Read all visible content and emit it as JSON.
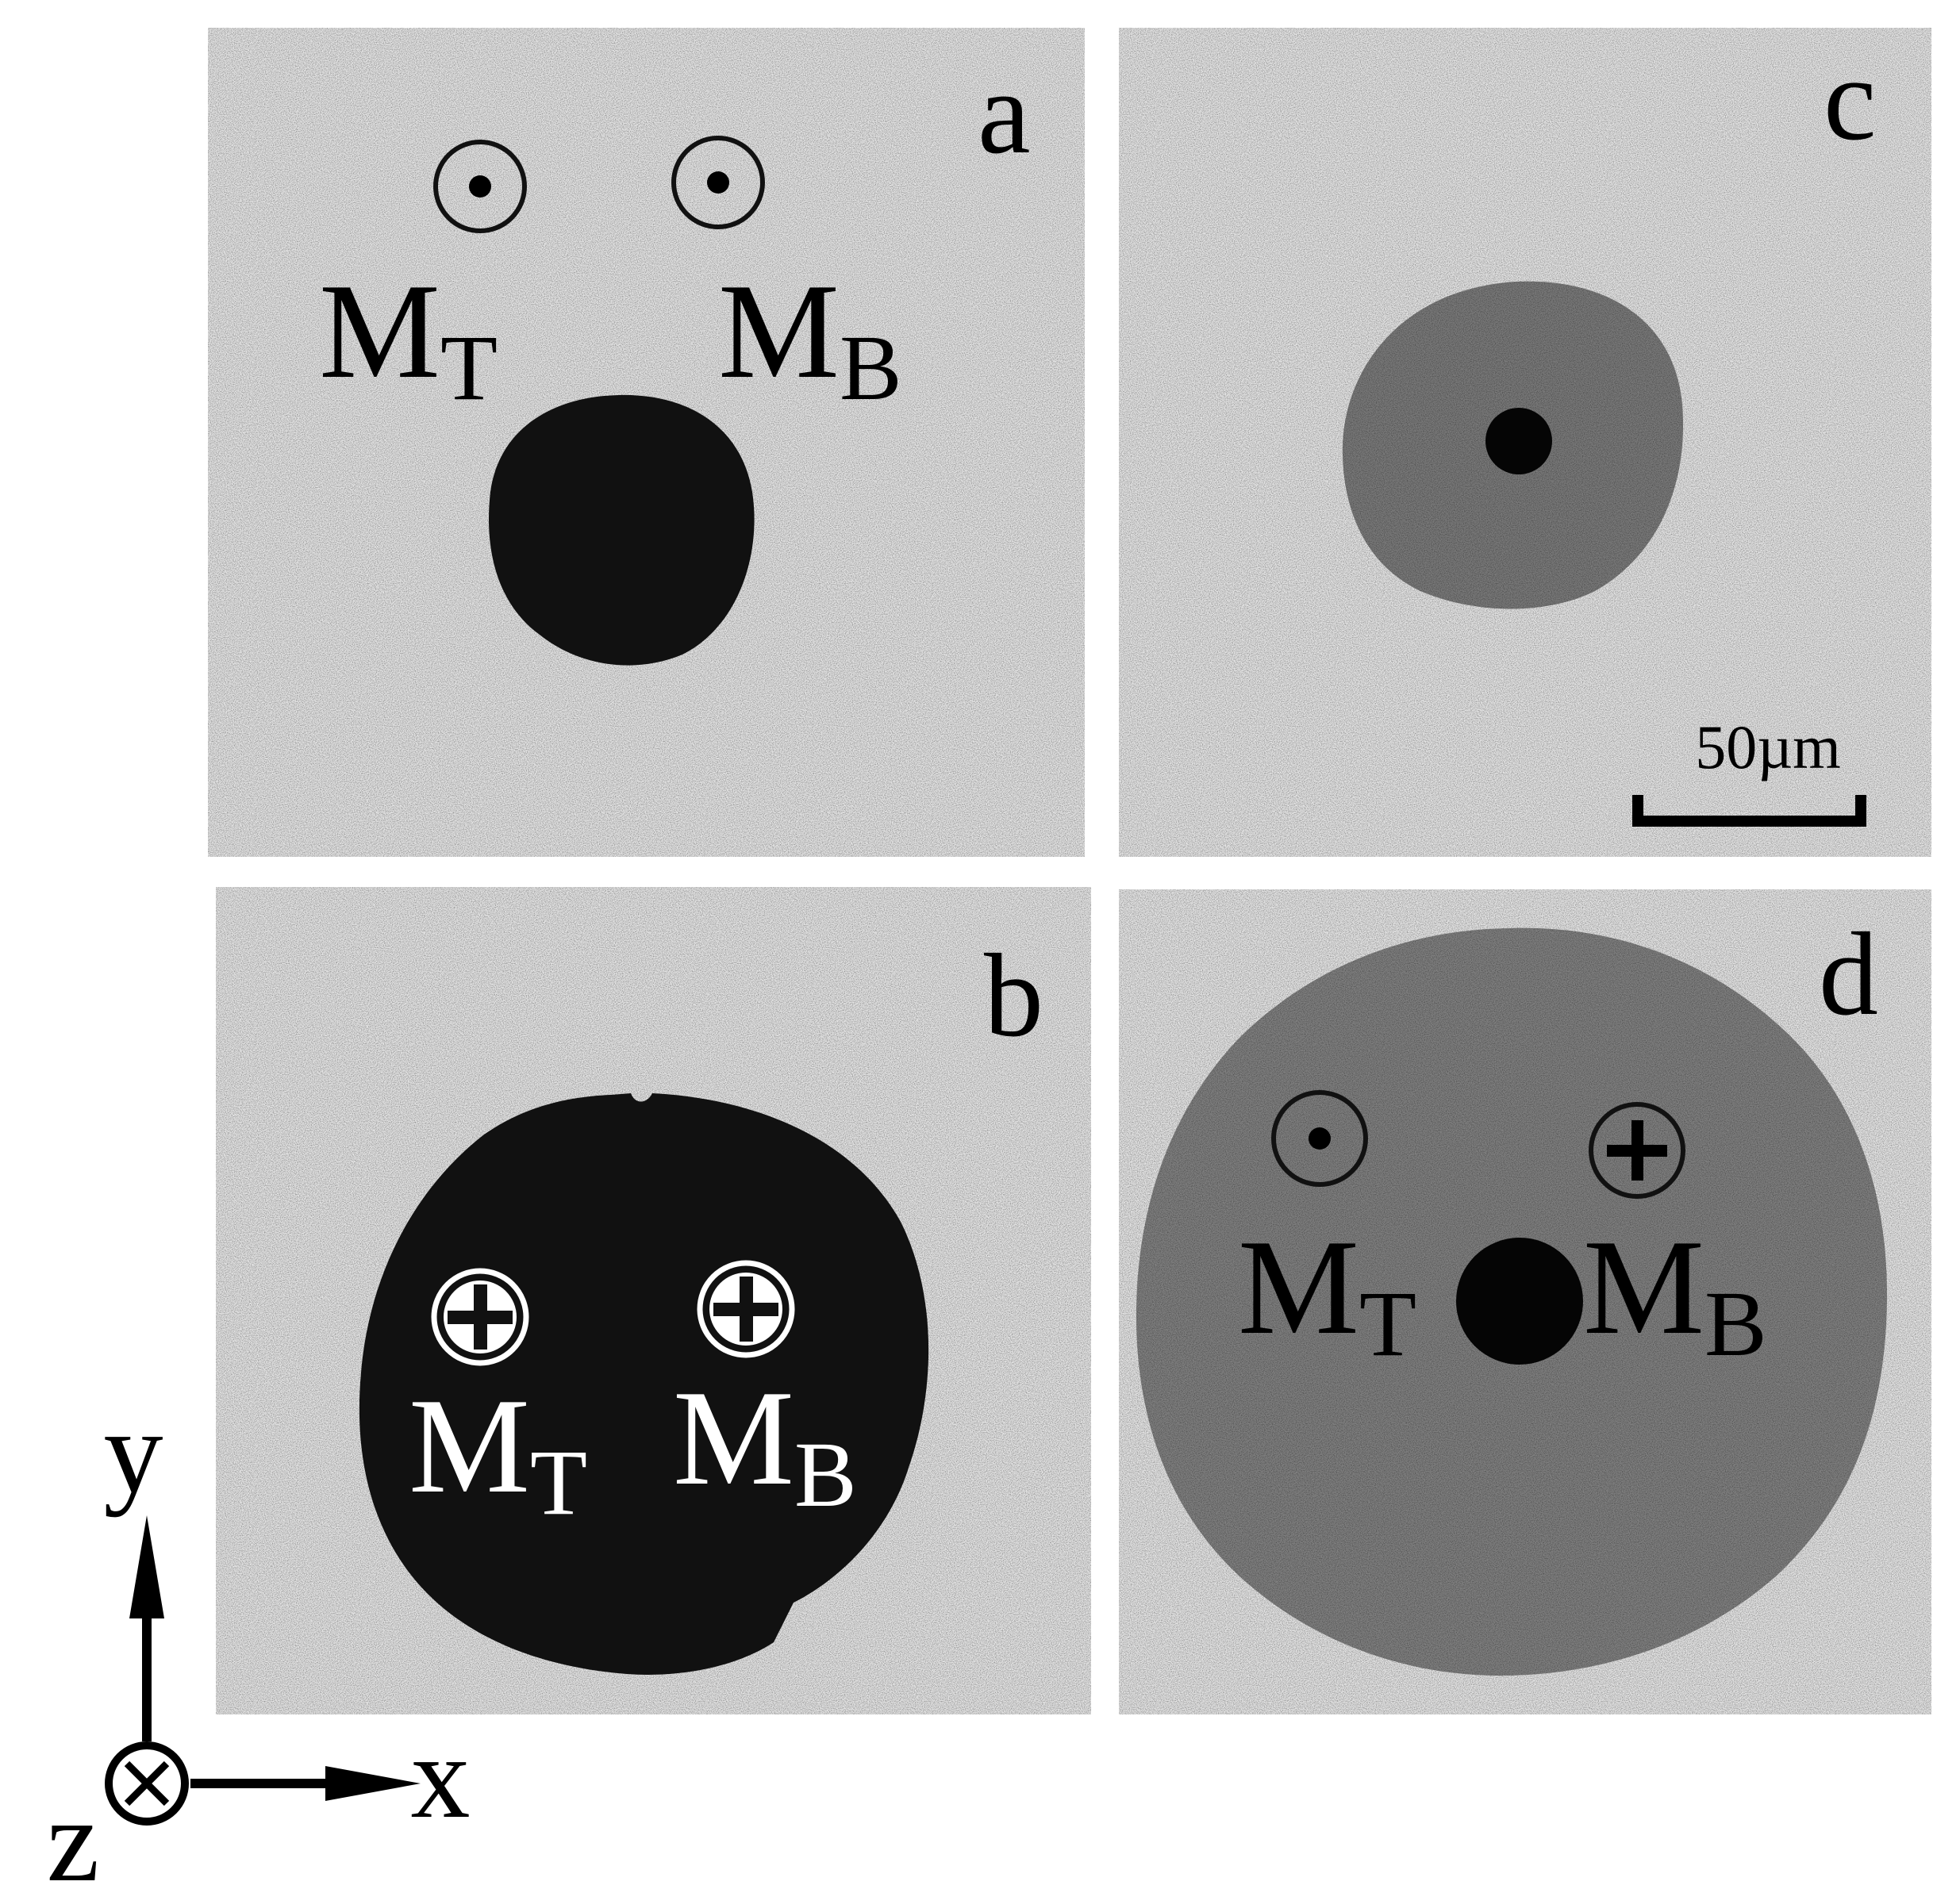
{
  "panels": {
    "a": {
      "letter": "a",
      "symbols": [
        {
          "label": "M",
          "sub": "T",
          "direction": "out-of-plane-dot"
        },
        {
          "label": "M",
          "sub": "B",
          "direction": "out-of-plane-dot"
        }
      ]
    },
    "b": {
      "letter": "b",
      "symbols": [
        {
          "label": "M",
          "sub": "T",
          "direction": "into-plane-cross"
        },
        {
          "label": "M",
          "sub": "B",
          "direction": "into-plane-cross"
        }
      ]
    },
    "c": {
      "letter": "c",
      "scale_bar": "50µm"
    },
    "d": {
      "letter": "d",
      "symbols": [
        {
          "label": "M",
          "sub": "T",
          "direction": "out-of-plane-dot"
        },
        {
          "label": "M",
          "sub": "B",
          "direction": "into-plane-cross"
        }
      ]
    }
  },
  "axes": {
    "x": "x",
    "y": "y",
    "z": "z"
  },
  "colors": {
    "background_speckle": "#e4e4e4",
    "domain_dark": "#111111",
    "domain_gray": "#7a7a7a",
    "text_black": "#000000",
    "text_white": "#ffffff"
  }
}
